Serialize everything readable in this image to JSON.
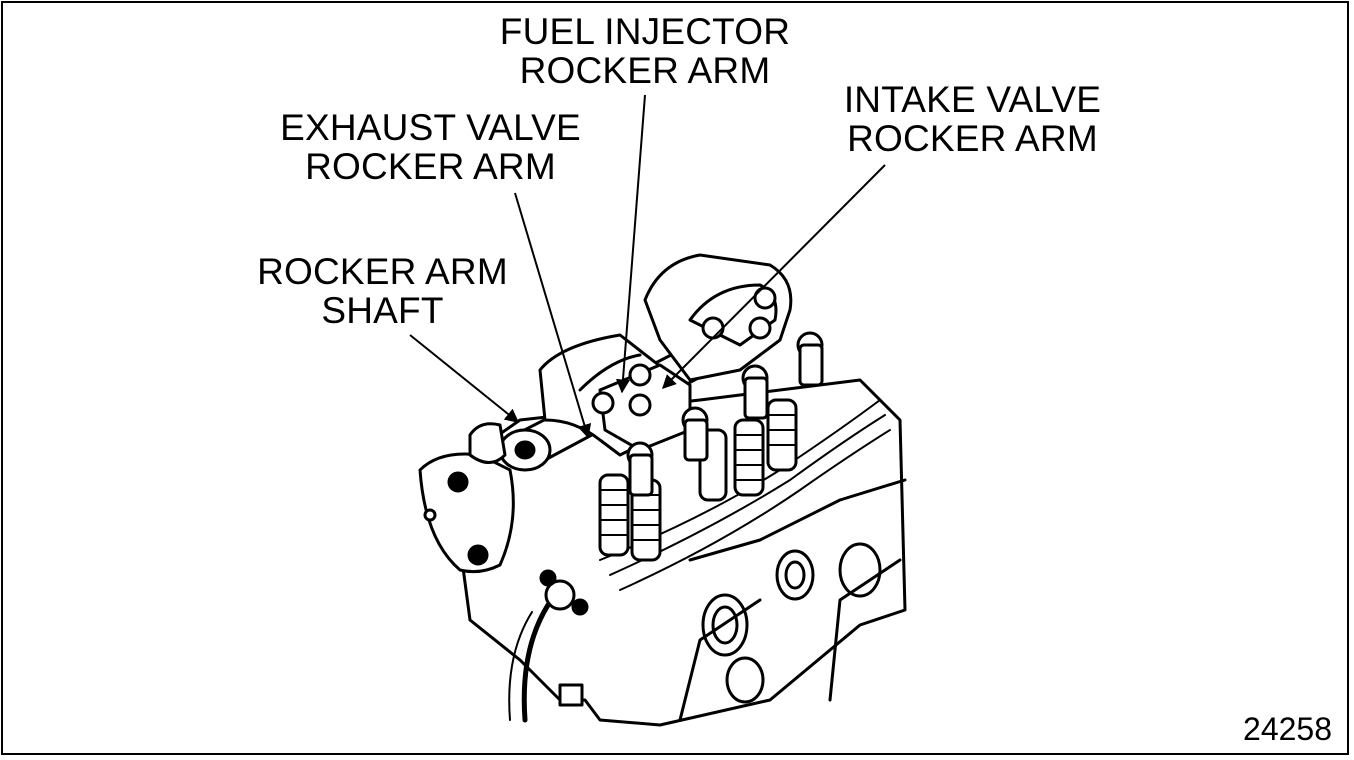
{
  "labels": {
    "fuel_injector": [
      "FUEL INJECTOR",
      "ROCKER ARM"
    ],
    "exhaust_valve": [
      "EXHAUST VALVE",
      "ROCKER ARM"
    ],
    "intake_valve": [
      "INTAKE VALVE",
      "ROCKER ARM"
    ],
    "rocker_shaft": [
      "ROCKER ARM",
      "SHAFT"
    ]
  },
  "figure_number": "24258",
  "colors": {
    "ink": "#000000",
    "paper": "#ffffff",
    "shade": "#d9d9d9"
  }
}
